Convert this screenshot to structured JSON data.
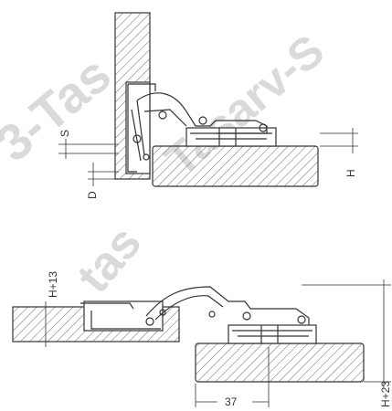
{
  "labels": {
    "s": "S",
    "d": "D",
    "h": "H",
    "h13": "H+13",
    "h23": "H+23",
    "d37": "37"
  },
  "watermark": {
    "line1": "3-Tas",
    "line2": "Tasarv-S",
    "line3": "tas"
  },
  "colors": {
    "line": "#333333",
    "hatch": "#6b6b6b",
    "watermark": "#d2d2d2"
  }
}
